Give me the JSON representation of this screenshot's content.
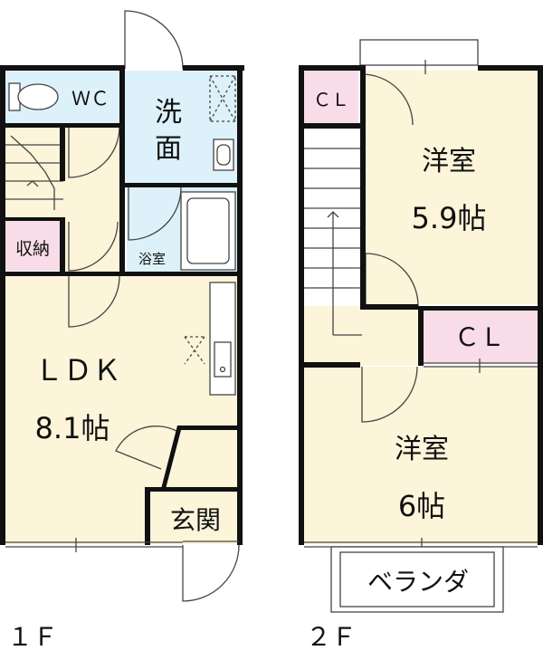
{
  "colors": {
    "wall": "#111111",
    "room_beige": "#FCF5DA",
    "wet_blue": "#DDF1FB",
    "storage_pink": "#F8DCE8",
    "line_gray": "#444444"
  },
  "floor1": {
    "label": "１Ｆ",
    "wc": "ＷＣ",
    "washroom_a": "洗",
    "washroom_b": "面",
    "bath": "浴室",
    "storage": "収納",
    "ldk": "ＬＤＫ",
    "ldk_size": "8.1帖",
    "entrance": "玄関"
  },
  "floor2": {
    "label": "２Ｆ",
    "closet_small": "ＣＬ",
    "room1": "洋室",
    "room1_size": "5.9帖",
    "closet_mid": "ＣＬ",
    "room2": "洋室",
    "room2_size": "6帖",
    "balcony": "ベランダ"
  }
}
